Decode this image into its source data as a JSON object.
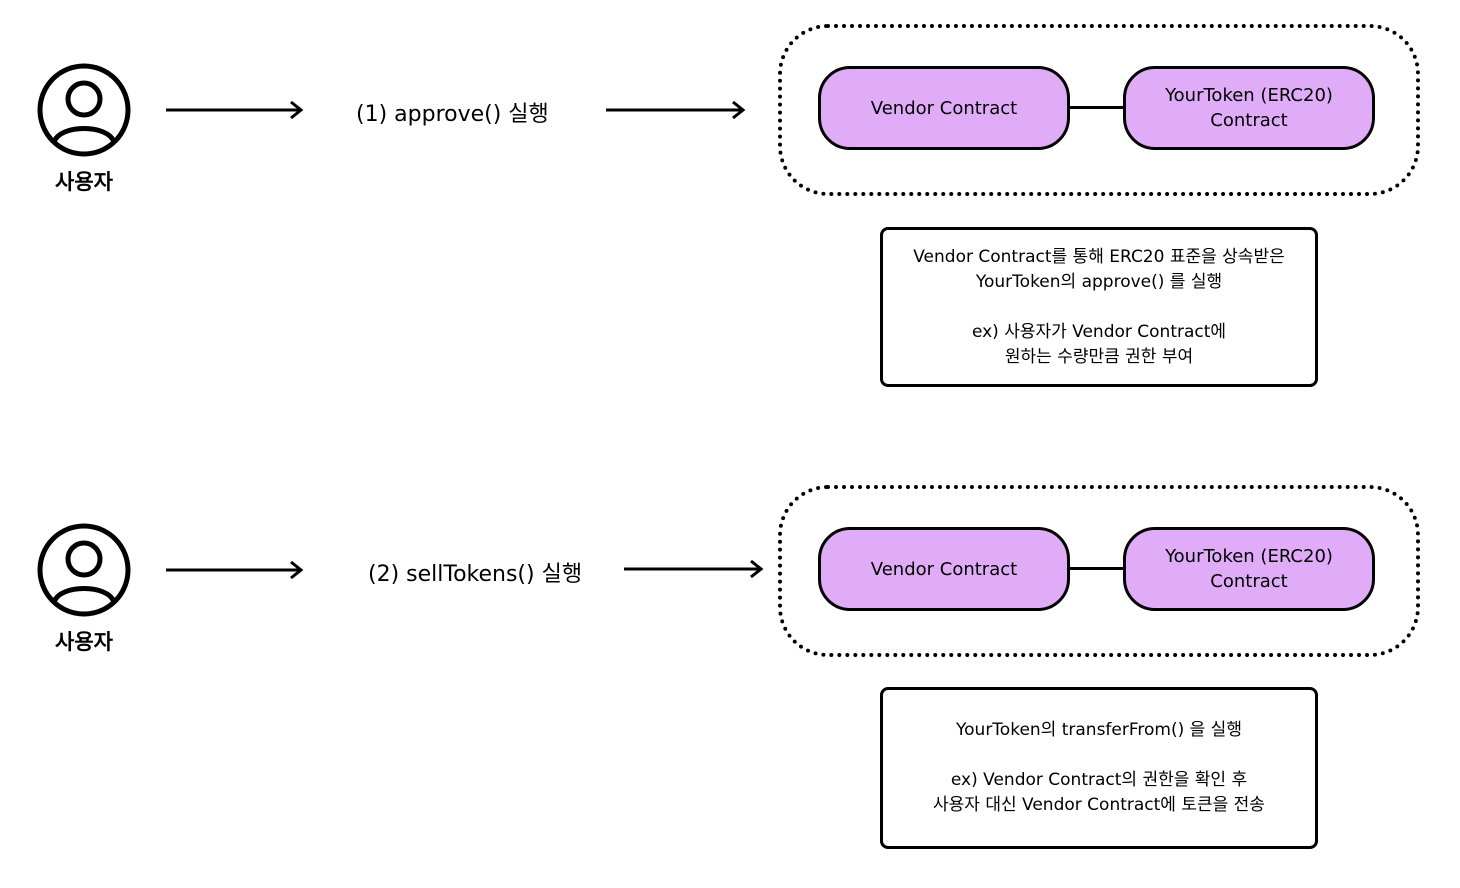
{
  "flows": [
    {
      "user_label": "사용자",
      "step_label": "(1) approve() 실행",
      "vendor_label": "Vendor Contract",
      "token_line1": "YourToken (ERC20)",
      "token_line2": "Contract",
      "note_lines": [
        "Vendor Contract를 통해 ERC20 표준을 상속받은",
        "YourToken의 approve() 를 실행",
        "",
        "ex) 사용자가 Vendor Contract에",
        "원하는 수량만큼 권한 부여"
      ]
    },
    {
      "user_label": "사용자",
      "step_label": "(2) sellTokens() 실행",
      "vendor_label": "Vendor Contract",
      "token_line1": "YourToken (ERC20)",
      "token_line2": "Contract",
      "note_lines": [
        "YourToken의 transferFrom() 을 실행",
        "",
        "ex) Vendor Contract의 권한을 확인 후",
        "사용자 대신 Vendor Contract에 토큰을 전송"
      ]
    }
  ],
  "colors": {
    "contract_fill": "#e0acf8",
    "stroke": "#000000",
    "background": "#ffffff"
  }
}
